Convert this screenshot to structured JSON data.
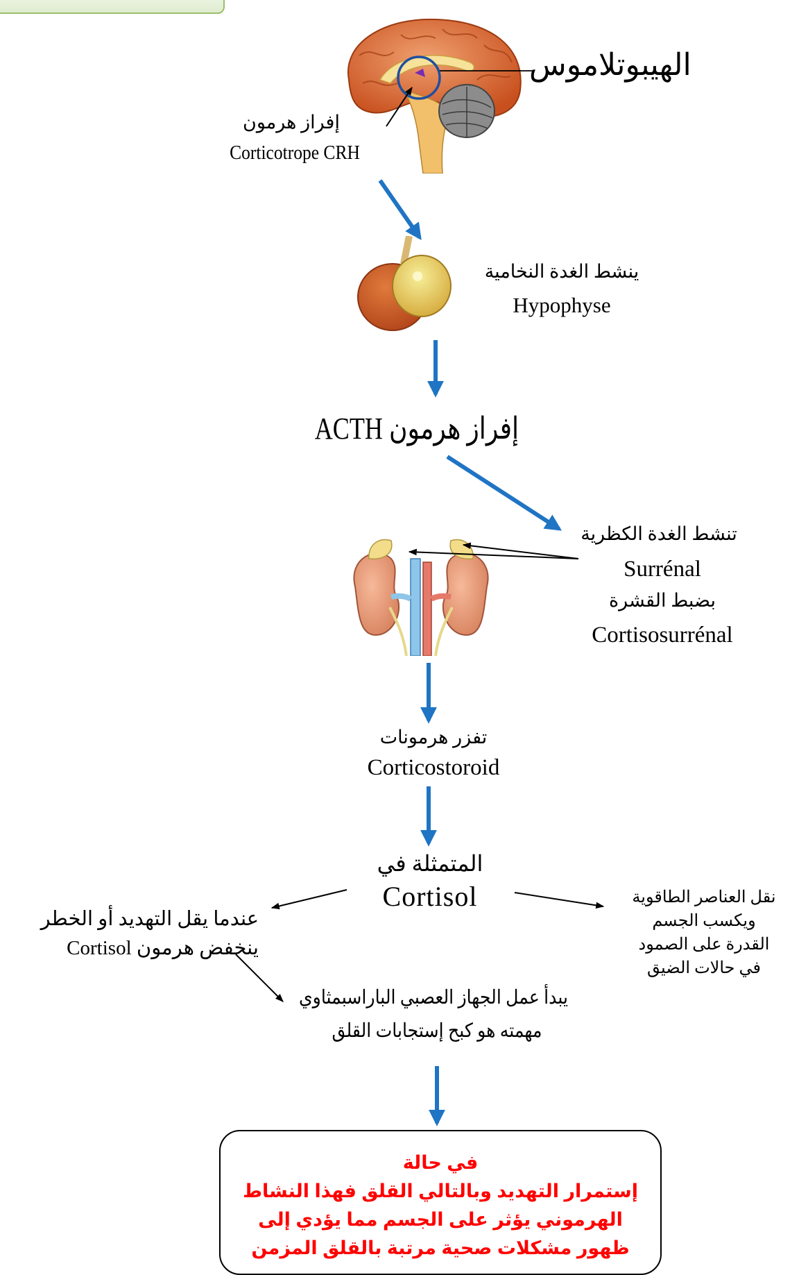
{
  "colors": {
    "flow_arrow": "#1f74c4",
    "pointer_line": "#000000",
    "warning_text": "#ff0000",
    "corner_tab_border": "#9bbf6a"
  },
  "icons": [
    "brain-illustration",
    "pituitary-illustration",
    "adrenal-kidney-illustration"
  ],
  "hypothalamus": {
    "name": "الهيبوتلاموس",
    "secretion_ar": "إفراز هرمون",
    "secretion_en": "Corticotrope CRH"
  },
  "pituitary": {
    "activates_ar": "ينشط الغدة النخامية",
    "name_en": "Hypophyse"
  },
  "acth": {
    "label": "إفراز هرمون ACTH"
  },
  "adrenal": {
    "activates_ar": "تنشط الغدة الكظرية",
    "name_en": "Surrénal",
    "cortex_ar": "بضبط القشرة",
    "cortex_en": "Cortisosurrénal"
  },
  "corticosteroid": {
    "secrete_ar": "تفزر هرمونات",
    "name_en": "Corticostoroid"
  },
  "cortisol": {
    "represented_ar": "المتمثلة في",
    "name_en": "Cortisol"
  },
  "right_branch": {
    "lines": [
      "نقل العناصر الطاقوية",
      "ويكسب الجسم",
      "القدرة على الصمود",
      "في حالات الضيق"
    ]
  },
  "left_branch": {
    "line1": "عندما يقل التهديد أو الخطر",
    "line2": "ينخفض هرمون Cortisol"
  },
  "parasympathetic": {
    "line1": "يبدأ عمل الجهاز العصبي الباراسبمثاوي",
    "line2": "مهمته هو كبح إستجابات القلق"
  },
  "warning": {
    "lines": [
      "في حالة",
      "إستمرار التهديد وبالتالي القلق فهذا النشاط",
      "الهرموني يؤثر على الجسم مما يؤدي إلى",
      "ظهور مشكلات صحية مرتبة بالقلق المزمن"
    ]
  }
}
